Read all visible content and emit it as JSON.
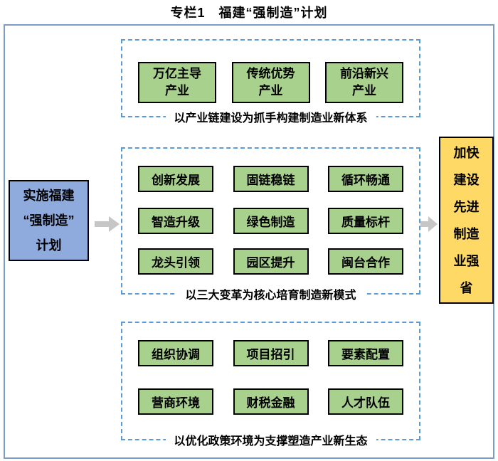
{
  "title": "专栏1　福建“强制造”计划",
  "left_box": {
    "text": "实施福建\n“强制造”\n计划"
  },
  "right_box": {
    "text": "加快\n建设\n先进\n制造\n业强\n省"
  },
  "sections": [
    {
      "caption": "以产业链建设为抓手构建制造业新体系",
      "boxes": [
        "万亿主导\n产业",
        "传统优势\n产业",
        "前沿新兴\n产业"
      ]
    },
    {
      "caption": "以三大变革为核心培育制造新模式",
      "boxes": [
        "创新发展",
        "固链稳链",
        "循环畅通",
        "智造升级",
        "绿色制造",
        "质量标杆",
        "龙头引领",
        "园区提升",
        "闽台合作"
      ]
    },
    {
      "caption": "以优化政策环境为支撑塑造产业新生态",
      "boxes": [
        "组织协调",
        "项目招引",
        "要素配置",
        "营商环境",
        "财税金融",
        "人才队伍"
      ]
    }
  ],
  "colors": {
    "green_node": "#A9D18E",
    "blue_box": "#8FAADC",
    "yellow_box": "#FFD966",
    "dashed_border": "#5B9BD5",
    "outer_border": "#7C9CC5",
    "arrow": "#C6C6C6",
    "node_border": "#000000"
  }
}
